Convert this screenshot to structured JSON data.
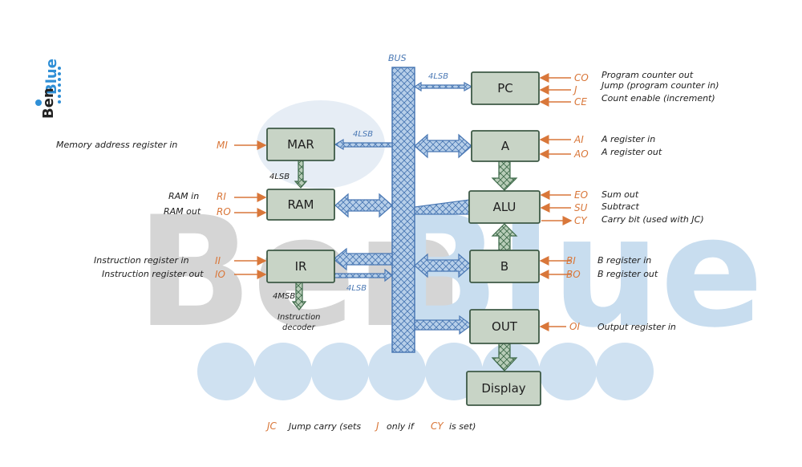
{
  "logo": {
    "top": "Blue",
    "bottom": "Ben"
  },
  "watermark": {
    "left": "Ben",
    "right": "Blue"
  },
  "bus": {
    "label": "BUS"
  },
  "blocks": {
    "pc": "PC",
    "mar": "MAR",
    "ram": "RAM",
    "ir": "IR",
    "a": "A",
    "alu": "ALU",
    "b": "B",
    "out": "OUT",
    "display": "Display"
  },
  "bus_labels": {
    "pc_4lsb": "4LSB",
    "mar_4lsb": "4LSB",
    "mar_ram_4lsb": "4LSB",
    "ir_4lsb": "4LSB",
    "ir_4msb": "4MSB"
  },
  "decoder": {
    "line1": "Instruction",
    "line2": "decoder"
  },
  "left_signals": [
    {
      "text": "Memory address register in",
      "code": "MI"
    },
    {
      "text": "RAM in",
      "code": "RI"
    },
    {
      "text": "RAM out",
      "code": "RO"
    },
    {
      "text": "Instruction register in",
      "code": "II"
    },
    {
      "text": "Instruction register out",
      "code": "IO"
    }
  ],
  "right_signals": [
    {
      "code": "CO",
      "text": "Program counter out"
    },
    {
      "code": "J",
      "text": "Jump (program counter in)"
    },
    {
      "code": "CE",
      "text": "Count enable (increment)"
    },
    {
      "code": "AI",
      "text": "A register in"
    },
    {
      "code": "AO",
      "text": "A register out"
    },
    {
      "code": "EO",
      "text": "Sum out"
    },
    {
      "code": "SU",
      "text": "Subtract"
    },
    {
      "code": "CY",
      "text": "Carry bit (used with JC)"
    },
    {
      "code": "BI",
      "text": "B register in"
    },
    {
      "code": "BO",
      "text": "B register out"
    },
    {
      "code": "OI",
      "text": "Output register in"
    }
  ],
  "footer": {
    "code": "JC",
    "text1": "Jump carry (sets",
    "code2": "J",
    "text2": "only if",
    "code3": "CY",
    "text3": "is set)"
  },
  "colors": {
    "block": "#c8d4c6",
    "block_edge": "#3e5a46",
    "bus": "#a9c4e2",
    "bus_edge": "#4a78b4",
    "signal": "#d9773a",
    "ink": "#1e1e1e",
    "watermark": "#d9d9d9",
    "watermark_blue": "#c7dcef"
  }
}
